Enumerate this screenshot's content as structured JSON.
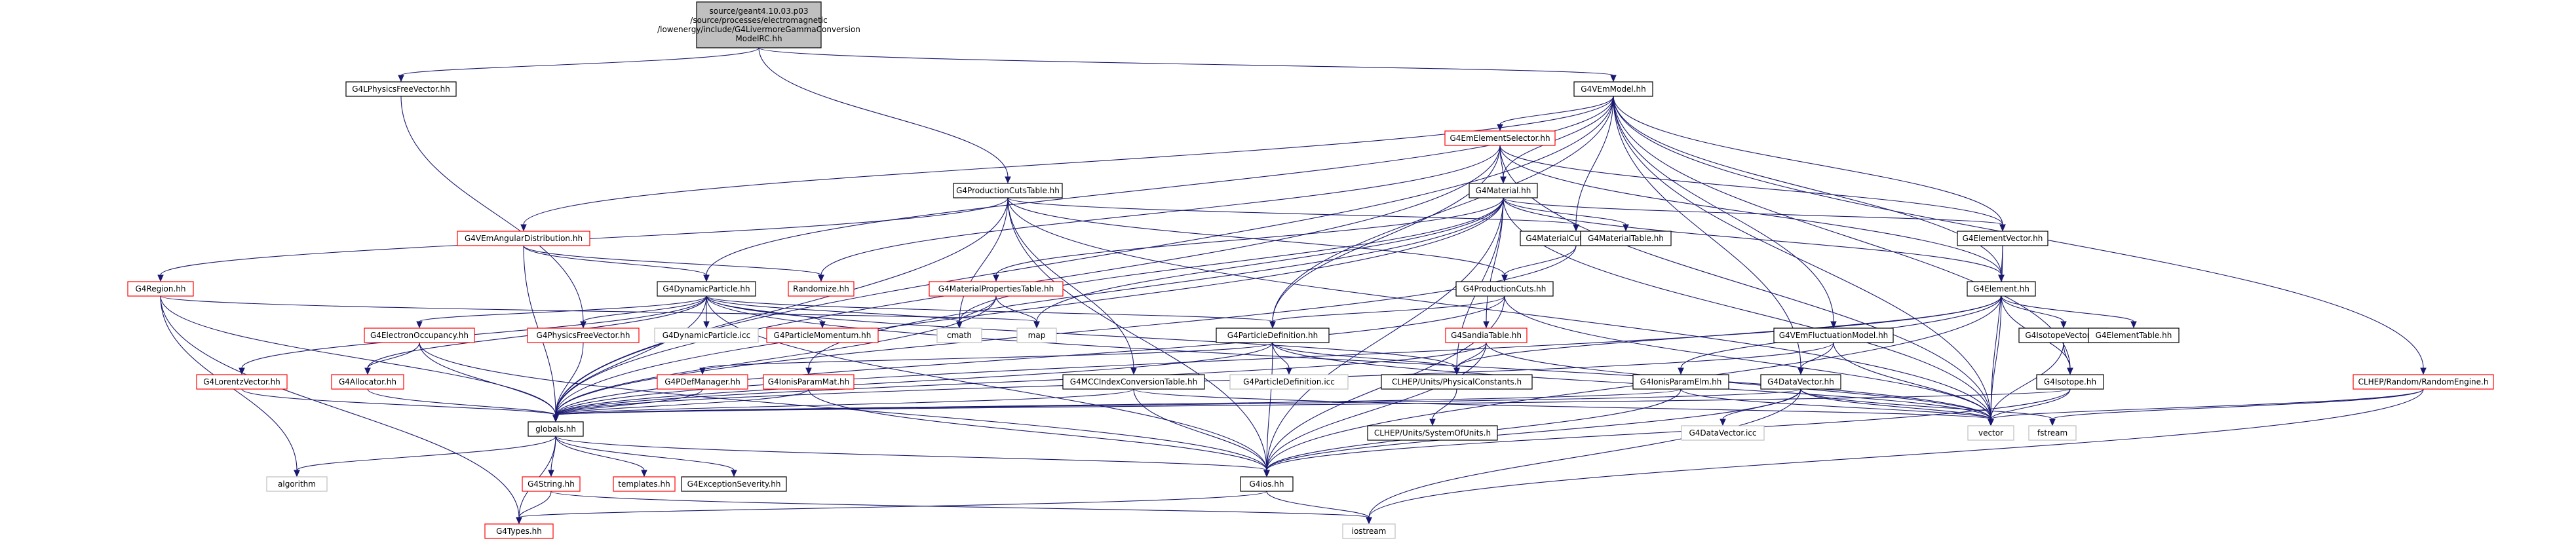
{
  "colors": {
    "edge": "#191970",
    "node_border_default": "#000000",
    "node_border_truncated": "#ff0000",
    "node_border_plain": "#bfbfbf",
    "root_fill": "#bfbfbf",
    "node_fill": "#ffffff"
  },
  "nodes": {
    "root": {
      "label_lines": [
        "source/geant4.10.03.p03",
        "/source/processes/electromagnetic",
        "/lowenergy/include/G4LivermoreGammaConversion",
        "ModelRC.hh"
      ],
      "kind": "root"
    },
    "lphys": {
      "label_lines": [
        "G4LPhysicsFreeVector.hh"
      ],
      "kind": "normal"
    },
    "vem": {
      "label_lines": [
        "G4VEmModel.hh"
      ],
      "kind": "normal"
    },
    "emsel": {
      "label_lines": [
        "G4EmElementSelector.hh"
      ],
      "kind": "truncated"
    },
    "prodcuts": {
      "label_lines": [
        "G4ProductionCutsTable.hh"
      ],
      "kind": "normal"
    },
    "material": {
      "label_lines": [
        "G4Material.hh"
      ],
      "kind": "normal"
    },
    "matcuts": {
      "label_lines": [
        "G4MaterialCutsCouple.hh"
      ],
      "kind": "normal"
    },
    "mattable": {
      "label_lines": [
        "G4MaterialTable.hh"
      ],
      "kind": "normal"
    },
    "elvec": {
      "label_lines": [
        "G4ElementVector.hh"
      ],
      "kind": "normal"
    },
    "emang": {
      "label_lines": [
        "G4VEmAngularDistribution.hh"
      ],
      "kind": "truncated"
    },
    "region": {
      "label_lines": [
        "G4Region.hh"
      ],
      "kind": "truncated"
    },
    "dynpart": {
      "label_lines": [
        "G4DynamicParticle.hh"
      ],
      "kind": "normal"
    },
    "randomize": {
      "label_lines": [
        "Randomize.hh"
      ],
      "kind": "truncated"
    },
    "matprop": {
      "label_lines": [
        "G4MaterialPropertiesTable.hh"
      ],
      "kind": "truncated"
    },
    "prodcutsh": {
      "label_lines": [
        "G4ProductionCuts.hh"
      ],
      "kind": "normal"
    },
    "element": {
      "label_lines": [
        "G4Element.hh"
      ],
      "kind": "normal"
    },
    "cmath": {
      "label_lines": [
        "cmath"
      ],
      "kind": "plain"
    },
    "map": {
      "label_lines": [
        "map"
      ],
      "kind": "plain"
    },
    "elocc": {
      "label_lines": [
        "G4ElectronOccupancy.hh"
      ],
      "kind": "truncated"
    },
    "physfree": {
      "label_lines": [
        "G4PhysicsFreeVector.hh"
      ],
      "kind": "truncated"
    },
    "dynicc": {
      "label_lines": [
        "G4DynamicParticle.icc"
      ],
      "kind": "plain"
    },
    "partmom": {
      "label_lines": [
        "G4ParticleMomentum.hh"
      ],
      "kind": "truncated"
    },
    "partdef": {
      "label_lines": [
        "G4ParticleDefinition.hh"
      ],
      "kind": "normal"
    },
    "sandia": {
      "label_lines": [
        "G4SandiaTable.hh"
      ],
      "kind": "truncated"
    },
    "vemfluct": {
      "label_lines": [
        "G4VEmFluctuationModel.hh"
      ],
      "kind": "normal"
    },
    "isovec": {
      "label_lines": [
        "G4IsotopeVector.hh"
      ],
      "kind": "normal"
    },
    "eltable": {
      "label_lines": [
        "G4ElementTable.hh"
      ],
      "kind": "normal"
    },
    "lorentz": {
      "label_lines": [
        "G4LorentzVector.hh"
      ],
      "kind": "truncated"
    },
    "allocator": {
      "label_lines": [
        "G4Allocator.hh"
      ],
      "kind": "truncated"
    },
    "pdefmgr": {
      "label_lines": [
        "G4PDefManager.hh"
      ],
      "kind": "truncated"
    },
    "ionisparam": {
      "label_lines": [
        "G4IonisParamMat.hh"
      ],
      "kind": "truncated"
    },
    "mccindex": {
      "label_lines": [
        "G4MCCIndexConversionTable.hh"
      ],
      "kind": "normal"
    },
    "partdeficc": {
      "label_lines": [
        "G4ParticleDefinition.icc"
      ],
      "kind": "plain"
    },
    "physconst": {
      "label_lines": [
        "CLHEP/Units/PhysicalConstants.h"
      ],
      "kind": "normal"
    },
    "ionisparamelm": {
      "label_lines": [
        "G4IonisParamElm.hh"
      ],
      "kind": "normal"
    },
    "datavec": {
      "label_lines": [
        "G4DataVector.hh"
      ],
      "kind": "normal"
    },
    "isotope": {
      "label_lines": [
        "G4Isotope.hh"
      ],
      "kind": "normal"
    },
    "randeng": {
      "label_lines": [
        "CLHEP/Random/RandomEngine.h"
      ],
      "kind": "truncated"
    },
    "globals": {
      "label_lines": [
        "globals.hh"
      ],
      "kind": "normal"
    },
    "sysunits": {
      "label_lines": [
        "CLHEP/Units/SystemOfUnits.h"
      ],
      "kind": "normal"
    },
    "datavecicc": {
      "label_lines": [
        "G4DataVector.icc"
      ],
      "kind": "plain"
    },
    "vector": {
      "label_lines": [
        "vector"
      ],
      "kind": "plain"
    },
    "fstream": {
      "label_lines": [
        "fstream"
      ],
      "kind": "plain"
    },
    "algorithm": {
      "label_lines": [
        "algorithm"
      ],
      "kind": "plain"
    },
    "g4string": {
      "label_lines": [
        "G4String.hh"
      ],
      "kind": "truncated"
    },
    "templates": {
      "label_lines": [
        "templates.hh"
      ],
      "kind": "truncated"
    },
    "excsev": {
      "label_lines": [
        "G4ExceptionSeverity.hh"
      ],
      "kind": "normal"
    },
    "g4ios": {
      "label_lines": [
        "G4ios.hh"
      ],
      "kind": "normal"
    },
    "g4types": {
      "label_lines": [
        "G4Types.hh"
      ],
      "kind": "truncated"
    },
    "iostream": {
      "label_lines": [
        "iostream"
      ],
      "kind": "plain"
    }
  },
  "edges": [
    [
      "root",
      "lphys"
    ],
    [
      "root",
      "vem"
    ],
    [
      "root",
      "prodcuts"
    ],
    [
      "lphys",
      "physfree"
    ],
    [
      "vem",
      "emsel"
    ],
    [
      "vem",
      "material"
    ],
    [
      "vem",
      "matcuts"
    ],
    [
      "vem",
      "elvec"
    ],
    [
      "vem",
      "element"
    ],
    [
      "vem",
      "emang"
    ],
    [
      "vem",
      "dynpart"
    ],
    [
      "vem",
      "partdef"
    ],
    [
      "vem",
      "vemfluct"
    ],
    [
      "vem",
      "datavec"
    ],
    [
      "vem",
      "isotope"
    ],
    [
      "vem",
      "randeng"
    ],
    [
      "vem",
      "vector"
    ],
    [
      "vem",
      "globals"
    ],
    [
      "emsel",
      "material"
    ],
    [
      "emsel",
      "element"
    ],
    [
      "emsel",
      "elvec"
    ],
    [
      "emsel",
      "randomize"
    ],
    [
      "emsel",
      "partdef"
    ],
    [
      "emsel",
      "globals"
    ],
    [
      "emsel",
      "vector"
    ],
    [
      "prodcuts",
      "matcuts"
    ],
    [
      "prodcuts",
      "region"
    ],
    [
      "prodcuts",
      "cmath"
    ],
    [
      "prodcuts",
      "mccindex"
    ],
    [
      "prodcuts",
      "prodcutsh"
    ],
    [
      "prodcuts",
      "globals"
    ],
    [
      "prodcuts",
      "vector"
    ],
    [
      "prodcuts",
      "g4ios"
    ],
    [
      "material",
      "matprop"
    ],
    [
      "material",
      "mattable"
    ],
    [
      "material",
      "elvec"
    ],
    [
      "material",
      "element"
    ],
    [
      "material",
      "map"
    ],
    [
      "material",
      "cmath"
    ],
    [
      "material",
      "sandia"
    ],
    [
      "material",
      "ionisparam"
    ],
    [
      "material",
      "physconst"
    ],
    [
      "material",
      "globals"
    ],
    [
      "material",
      "g4ios"
    ],
    [
      "material",
      "vector"
    ],
    [
      "matcuts",
      "prodcutsh"
    ],
    [
      "matcuts",
      "globals"
    ],
    [
      "elvec",
      "element"
    ],
    [
      "elvec",
      "vector"
    ],
    [
      "emang",
      "dynpart"
    ],
    [
      "emang",
      "randomize"
    ],
    [
      "emang",
      "globals"
    ],
    [
      "region",
      "globals"
    ],
    [
      "region",
      "g4types"
    ],
    [
      "region",
      "algorithm"
    ],
    [
      "region",
      "map"
    ],
    [
      "dynpart",
      "elocc"
    ],
    [
      "dynpart",
      "physfree"
    ],
    [
      "dynpart",
      "dynicc"
    ],
    [
      "dynpart",
      "partmom"
    ],
    [
      "dynpart",
      "partdef"
    ],
    [
      "dynpart",
      "lorentz"
    ],
    [
      "dynpart",
      "allocator"
    ],
    [
      "dynpart",
      "cmath"
    ],
    [
      "dynpart",
      "globals"
    ],
    [
      "dynpart",
      "g4ios"
    ],
    [
      "dynpart",
      "physconst"
    ],
    [
      "dynpart",
      "vector"
    ],
    [
      "matprop",
      "map"
    ],
    [
      "matprop",
      "cmath"
    ],
    [
      "matprop",
      "globals"
    ],
    [
      "prodcutsh",
      "partdef"
    ],
    [
      "prodcutsh",
      "globals"
    ],
    [
      "prodcutsh",
      "g4ios"
    ],
    [
      "prodcutsh",
      "vector"
    ],
    [
      "element",
      "isovec"
    ],
    [
      "element",
      "eltable"
    ],
    [
      "element",
      "isotope"
    ],
    [
      "element",
      "ionisparamelm"
    ],
    [
      "element",
      "globals"
    ],
    [
      "element",
      "g4ios"
    ],
    [
      "element",
      "vector"
    ],
    [
      "element",
      "physconst"
    ],
    [
      "elocc",
      "allocator"
    ],
    [
      "elocc",
      "globals"
    ],
    [
      "elocc",
      "g4ios"
    ],
    [
      "physfree",
      "globals"
    ],
    [
      "partdef",
      "partdeficc"
    ],
    [
      "partdef",
      "physconst"
    ],
    [
      "partdef",
      "pdefmgr"
    ],
    [
      "partdef",
      "globals"
    ],
    [
      "partdef",
      "g4ios"
    ],
    [
      "partdef",
      "vector"
    ],
    [
      "sandia",
      "physconst"
    ],
    [
      "sandia",
      "globals"
    ],
    [
      "sandia",
      "g4ios"
    ],
    [
      "sandia",
      "vector"
    ],
    [
      "vemfluct",
      "datavec"
    ],
    [
      "vemfluct",
      "globals"
    ],
    [
      "vemfluct",
      "vector"
    ],
    [
      "isovec",
      "isotope"
    ],
    [
      "isovec",
      "vector"
    ],
    [
      "lorentz",
      "globals"
    ],
    [
      "allocator",
      "globals"
    ],
    [
      "pdefmgr",
      "globals"
    ],
    [
      "ionisparam",
      "globals"
    ],
    [
      "ionisparam",
      "g4ios"
    ],
    [
      "mccindex",
      "globals"
    ],
    [
      "mccindex",
      "vector"
    ],
    [
      "mccindex",
      "g4ios"
    ],
    [
      "physconst",
      "sysunits"
    ],
    [
      "ionisparamelm",
      "globals"
    ],
    [
      "ionisparamelm",
      "g4ios"
    ],
    [
      "ionisparamelm",
      "vector"
    ],
    [
      "datavec",
      "globals"
    ],
    [
      "datavec",
      "vector"
    ],
    [
      "datavec",
      "datavecicc"
    ],
    [
      "datavec",
      "g4ios"
    ],
    [
      "datavec",
      "fstream"
    ],
    [
      "datavec",
      "iostream"
    ],
    [
      "isotope",
      "globals"
    ],
    [
      "isotope",
      "g4ios"
    ],
    [
      "isotope",
      "vector"
    ],
    [
      "randeng",
      "fstream"
    ],
    [
      "randeng",
      "vector"
    ],
    [
      "randeng",
      "iostream"
    ],
    [
      "globals",
      "g4types"
    ],
    [
      "globals",
      "g4string"
    ],
    [
      "globals",
      "templates"
    ],
    [
      "globals",
      "excsev"
    ],
    [
      "globals",
      "algorithm"
    ],
    [
      "globals",
      "g4ios"
    ],
    [
      "g4string",
      "g4types"
    ],
    [
      "g4string",
      "iostream"
    ],
    [
      "g4ios",
      "g4types"
    ],
    [
      "g4ios",
      "iostream"
    ]
  ]
}
